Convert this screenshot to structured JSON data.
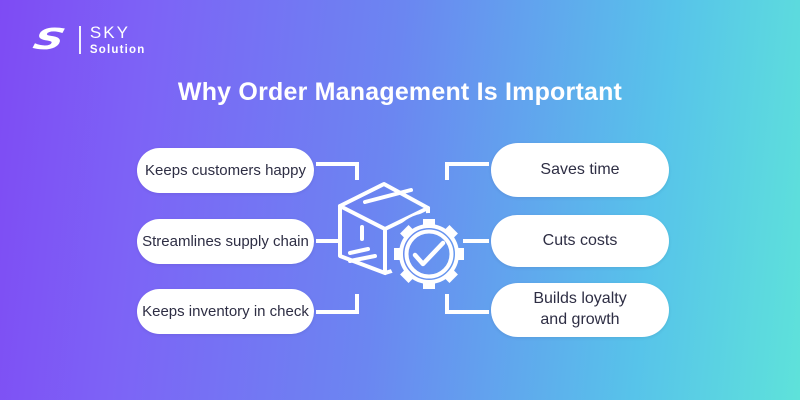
{
  "brand": {
    "icon": "S",
    "name_top": "SKY",
    "name_bottom": "Solution"
  },
  "title": "Why Order Management Is Important",
  "benefits": {
    "left": [
      "Keeps customers happy",
      "Streamlines supply chain",
      "Keeps inventory in check"
    ],
    "right": [
      "Saves time",
      "Cuts costs",
      "Builds loyalty\nand growth"
    ]
  },
  "center_icon": "package-box-with-gear-checkmark",
  "colors": {
    "background_left": "#7e4bf4",
    "background_mid": "#6b86f1",
    "background_right": "#5ee2da",
    "pill_background": "#ffffff",
    "pill_text": "#2e2e44",
    "title_text": "#ffffff",
    "line": "#ffffff"
  }
}
